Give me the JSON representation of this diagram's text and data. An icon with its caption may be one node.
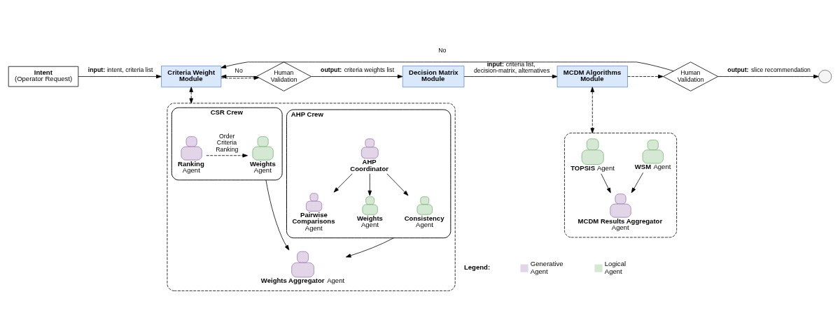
{
  "diagram": {
    "nodes": [
      {
        "text": [
          "Intent",
          "(Operator Request)"
        ]
      },
      {
        "text": [
          "Criteria Weight Module"
        ]
      },
      {
        "text": [
          "Human Validation"
        ]
      },
      {
        "text": [
          "Decision Matrix Module"
        ]
      },
      {
        "text": [
          "MCDM Algorithms Module"
        ]
      },
      {
        "text": [
          "Human Validation"
        ]
      },
      {
        "text": [],
        "shape": "circle"
      },
      {
        "text": [],
        "shape": "box"
      },
      {
        "text": [
          "CSR Crew"
        ],
        "in": 7
      },
      {
        "text": [
          "**Ranking** Agent"
        ],
        "in": 8
      },
      {
        "text": [
          "**Weights** Agent"
        ],
        "in": 8
      },
      {
        "text": [
          "AHP Crew"
        ],
        "in": 7
      },
      {
        "text": [
          "AHP Coordinator"
        ],
        "in": 11
      },
      {
        "text": [
          "**Pairwise Comparisons** Agent"
        ],
        "in": 11
      },
      {
        "text": [
          "**Weights** Agent"
        ],
        "in": 11
      },
      {
        "text": [
          "**Consistency** Agent"
        ],
        "in": 11
      },
      {
        "text": [
          "**Weights Aggregator** Agent"
        ],
        "in": 7
      },
      {
        "text": [],
        "shape": "box"
      },
      {
        "text": [
          "**WSM** Agent"
        ],
        "in": 17
      },
      {
        "text": [
          "**TOPSIS** Agent"
        ],
        "in": 17
      },
      {
        "text": [
          "**MCDM Results Aggregator** Agent"
        ],
        "in": 17
      }
    ],
    "edges": [
      {
        "from": 0,
        "to": 1,
        "arrow": "to",
        "label": "**input:** intent, criteria list"
      },
      {
        "from": 1,
        "to": 2,
        "arrow": "to",
        "style": "dashed"
      },
      {
        "from": 2,
        "to": 3,
        "arrow": "to",
        "label": "**output:** criteria weights list"
      },
      {
        "from": 2,
        "to": 1,
        "arrow": "to",
        "label": "No"
      },
      {
        "from": 3,
        "to": 4,
        "arrow": "to",
        "label": "**input:** criteria list, decision-matrix, alternatives"
      },
      {
        "from": 4,
        "to": 5,
        "arrow": "to",
        "style": "dashed"
      },
      {
        "from": 5,
        "to": 6,
        "arrow": "to",
        "label": "**output:** slice recommendation"
      },
      {
        "from": 5,
        "to": 1,
        "arrow": "to",
        "label": "No"
      },
      {
        "from": 1,
        "to": 7,
        "arrow": "both",
        "style": "dashed"
      },
      {
        "from": 9,
        "to": 10,
        "arrow": "to",
        "style": "dashed",
        "label": "Order Criteria Ranking"
      },
      {
        "from": 12,
        "to": 13,
        "arrow": "to"
      },
      {
        "from": 12,
        "to": 14,
        "arrow": "to"
      },
      {
        "from": 12,
        "to": 15,
        "arrow": "to"
      },
      {
        "from": 8,
        "to": 16,
        "arrow": "to"
      },
      {
        "from": 11,
        "to": 16,
        "arrow": "to"
      },
      {
        "from": 4,
        "to": 17,
        "arrow": "both",
        "style": "dashed"
      },
      {
        "from": 18,
        "to": 20,
        "arrow": "to"
      },
      {
        "from": 19,
        "to": 20,
        "arrow": "to"
      }
    ],
    "labels": [
      "Legend:"
    ],
    "legend": [
      {
        "text": "Generative Agent",
        "color": "#e1d5e7"
      },
      {
        "text": "Logical Agent",
        "color": "#d5e8d4"
      }
    ]
  }
}
